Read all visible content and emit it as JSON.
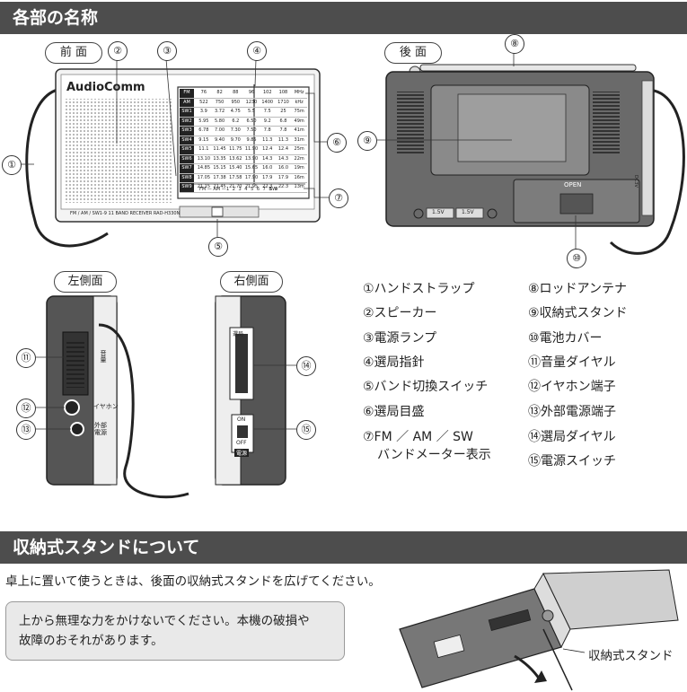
{
  "sections": {
    "parts_title": "各部の名称",
    "stand_title": "収納式スタンドについて"
  },
  "views": {
    "front": "前 面",
    "back": "後 面",
    "left": "左側面",
    "right": "右側面"
  },
  "radio": {
    "brand": "AudioComm",
    "model_line": "FM / AM / SW1-9 11 BAND RECEIVER   RAD-H330N",
    "open_label": "OPEN",
    "battery_1": "1.5V",
    "battery_2": "1.5V",
    "volume_label": "音量",
    "earphone_label": "イヤホン",
    "ext_power_label": "外部\n電源",
    "tuning_label": "選局",
    "on_label": "ON",
    "off_label": "OFF",
    "power_label": "電源",
    "fm_am_sw": "FM — AM —",
    "band_numbers": "1 2 3 4 5 6 7 8 9",
    "sw": "SW",
    "side_jack": "DC3V",
    "dial": [
      {
        "band": "FM",
        "vals": [
          "76",
          "82",
          "88",
          "96",
          "102",
          "108",
          "MHz"
        ]
      },
      {
        "band": "AM",
        "vals": [
          "522",
          "750",
          "950",
          "1230",
          "1400",
          "1710",
          "kHz"
        ]
      },
      {
        "band": "SW1",
        "vals": [
          "3.9",
          "3.72",
          "4.75",
          "5.5",
          "7.5",
          "25",
          "75m"
        ]
      },
      {
        "band": "SW2",
        "vals": [
          "5.95",
          "5.80",
          "6.2",
          "6.50",
          "9.2",
          "6.8",
          "49m"
        ]
      },
      {
        "band": "SW3",
        "vals": [
          "6.78",
          "7.00",
          "7.30",
          "7.50",
          "7.8",
          "7.8",
          "41m"
        ]
      },
      {
        "band": "SW4",
        "vals": [
          "9.15",
          "9.40",
          "9.70",
          "9.85",
          "11.3",
          "11.3",
          "31m"
        ]
      },
      {
        "band": "SW5",
        "vals": [
          "11.1",
          "11.45",
          "11.75",
          "11.90",
          "12.4",
          "12.4",
          "25m"
        ]
      },
      {
        "band": "SW6",
        "vals": [
          "13.10",
          "13.35",
          "13.62",
          "13.90",
          "14.3",
          "14.3",
          "22m"
        ]
      },
      {
        "band": "SW7",
        "vals": [
          "14.85",
          "15.15",
          "15.40",
          "15.65",
          "16.0",
          "16.0",
          "19m"
        ]
      },
      {
        "band": "SW8",
        "vals": [
          "17.05",
          "17.38",
          "17.58",
          "17.90",
          "17.9",
          "17.9",
          "16m"
        ]
      },
      {
        "band": "SW9",
        "vals": [
          "21.15",
          "21.45",
          "21.70",
          "21.95",
          "22.3",
          "22.3",
          "13m"
        ]
      }
    ]
  },
  "callouts": [
    "①",
    "②",
    "③",
    "④",
    "⑤",
    "⑥",
    "⑦",
    "⑧",
    "⑨",
    "⑩",
    "⑪",
    "⑫",
    "⑬",
    "⑭",
    "⑮"
  ],
  "legend_left": [
    "①ハンドストラップ",
    "②スピーカー",
    "③電源ランプ",
    "④選局指針",
    "⑤バンド切換スイッチ",
    "⑥選局目盛",
    "⑦FM ／ AM ／ SW",
    "バンドメーター表示"
  ],
  "legend_right": [
    "⑧ロッドアンテナ",
    "⑨収納式スタンド",
    "⑩電池カバー",
    "⑪音量ダイヤル",
    "⑫イヤホン端子",
    "⑬外部電源端子",
    "⑭選局ダイヤル",
    "⑮電源スイッチ"
  ],
  "stand": {
    "instruction": "卓上に置いて使うときは、後面の収納式スタンドを広げてください。",
    "warning_line1": "上から無理な力をかけないでください。本機の破損や",
    "warning_line2": "故障のおそれがあります。",
    "stand_label": "収納式スタンド"
  }
}
